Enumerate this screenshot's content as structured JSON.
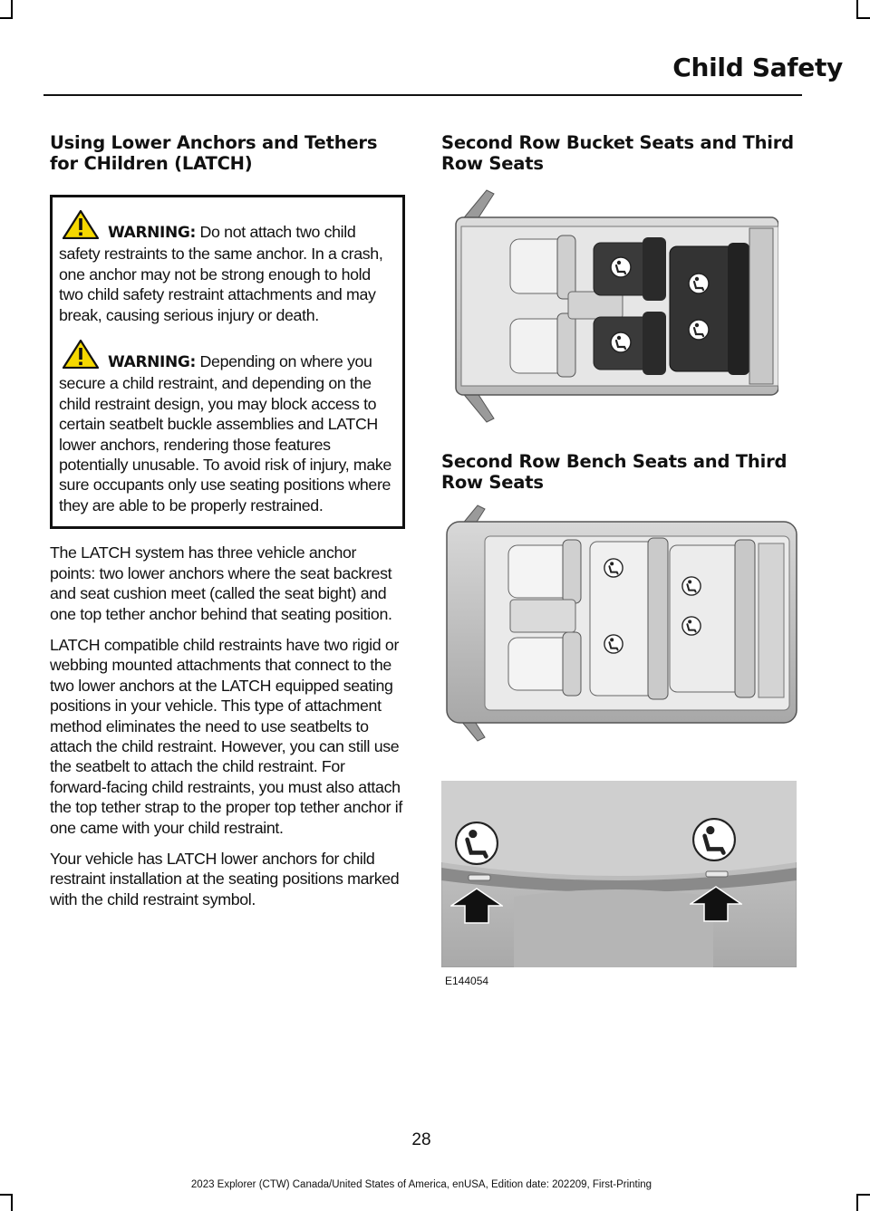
{
  "header": {
    "title": "Child Safety"
  },
  "left_column": {
    "section_title": "Using Lower Anchors and Tethers for CHildren (LATCH)",
    "warnings": [
      {
        "label": "WARNING:",
        "text": " Do not attach two child safety restraints to the same anchor. In a crash, one anchor may not be strong enough to hold two child safety restraint attachments and may break, causing serious injury or death."
      },
      {
        "label": "WARNING:",
        "text": " Depending on where you secure a child restraint, and depending on the child restraint design, you may block access to certain seatbelt buckle assemblies and LATCH lower anchors, rendering those features potentially unusable. To avoid risk of injury, make sure occupants only use seating positions where they are able to be properly restrained."
      }
    ],
    "paragraphs": [
      "The LATCH system has three vehicle anchor points: two lower anchors where the seat backrest and seat cushion meet (called the seat bight) and one top tether anchor behind that seating position.",
      "LATCH compatible child restraints have two rigid or webbing mounted attachments that connect to the two lower anchors at the LATCH equipped seating positions in your vehicle. This type of attachment method eliminates the need to use seatbelts to attach the child restraint. However, you can still use the seatbelt to attach the child restraint. For forward-facing child restraints, you must also attach the top tether strap to the proper top tether anchor if one came with your child restraint.",
      "Your vehicle has LATCH lower anchors for child restraint installation at the seating positions marked with the child restraint symbol."
    ]
  },
  "right_column": {
    "figures": [
      {
        "heading": "Second Row Bucket Seats and Third Row Seats"
      },
      {
        "heading": "Second Row Bench Seats and Third Row Seats"
      },
      {
        "image_id": "E144054"
      }
    ]
  },
  "page_number": "28",
  "footer": "2023 Explorer (CTW) Canada/United States of America, enUSA, Edition date: 202209, First-Printing",
  "icons": [
    "warning-triangle-icon",
    "child-seat-icon",
    "up-arrow-icon"
  ]
}
